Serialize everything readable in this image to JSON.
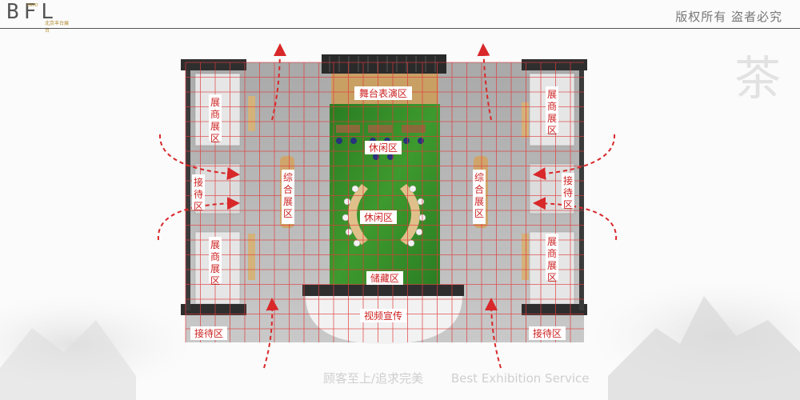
{
  "header": {
    "logo_letters": "BFL",
    "logo_expo": "EXPO",
    "logo_sub": "北京丰台展台",
    "copyright": "版权所有  盗者必究"
  },
  "footer": {
    "slogan_cn": "顾客至上/追求完美",
    "slogan_en": "Best Exhibition Service"
  },
  "decor": {
    "watermark_char": "茶"
  },
  "zones": {
    "stage": "舞台表演区",
    "leisure_top": "休闲区",
    "leisure_mid": "休闲区",
    "storage": "储藏区",
    "video": "视频宣传",
    "general_left": "综合展区",
    "general_right": "综合展区",
    "vendor_left_top": "展商展区",
    "vendor_left_bottom": "展商展区",
    "vendor_right_top": "展商展区",
    "vendor_right_bottom": "展商展区",
    "reception_left_mid": "接待区",
    "reception_right_mid": "接待区",
    "reception_left_bottom": "接待区",
    "reception_right_bottom": "接待区"
  },
  "colors": {
    "grid": "#e23a3a",
    "floor": "#b8b8b8",
    "grass": "#2f8a25",
    "arrow": "#d8282a",
    "label_bg": "#ffffff",
    "label_text": "#cc2020",
    "wall": "#333333"
  }
}
